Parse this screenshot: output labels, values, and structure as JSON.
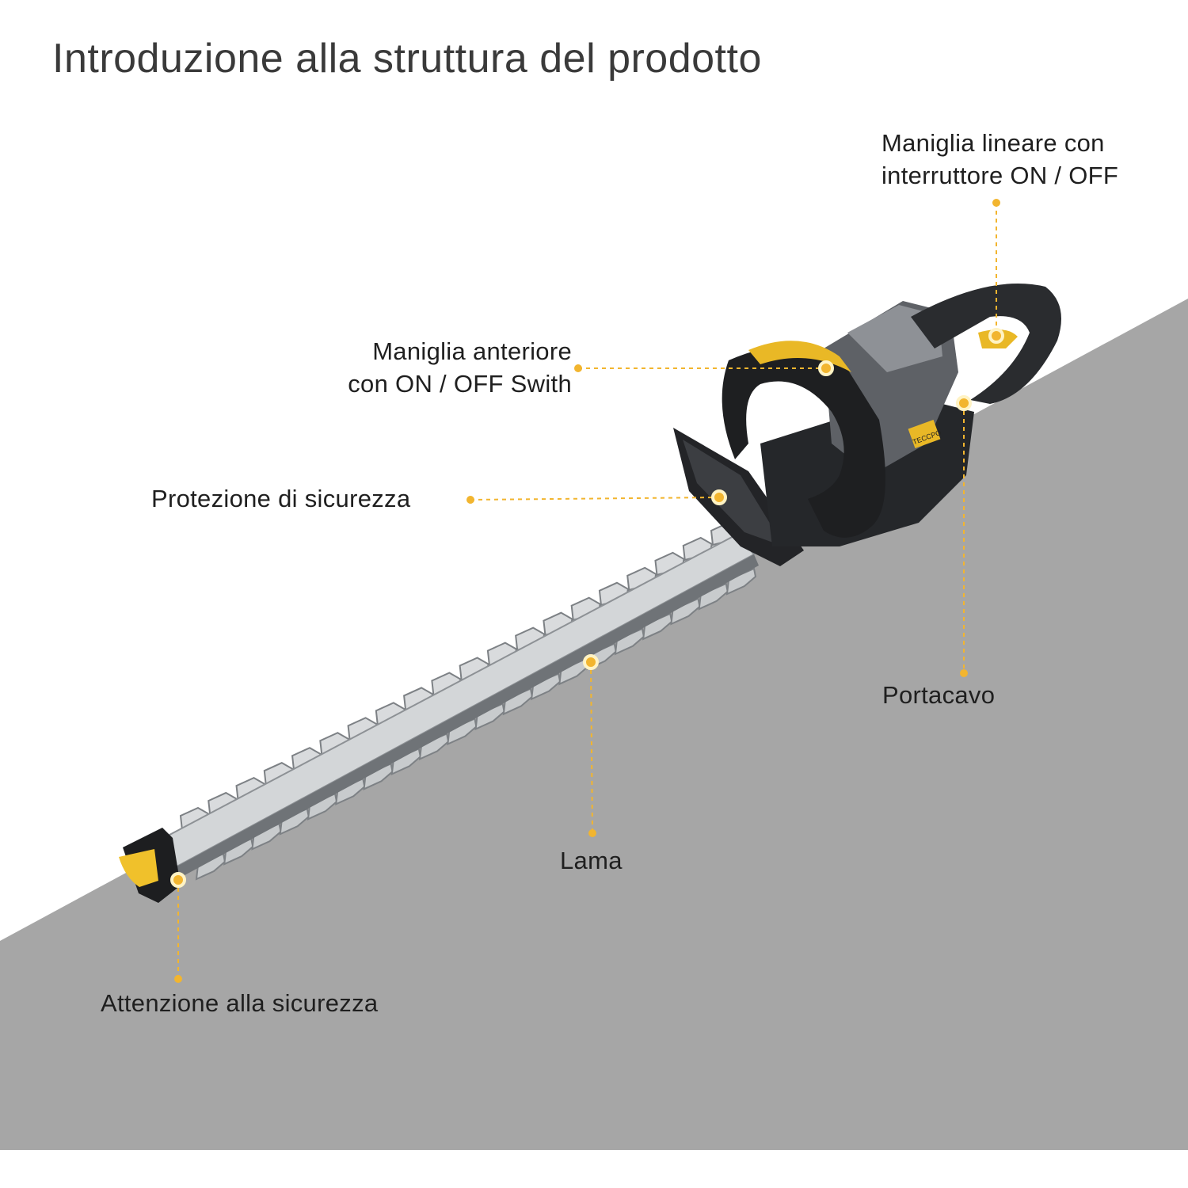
{
  "title": "Introduzione alla struttura del prodotto",
  "callouts": {
    "rear_handle": {
      "line1": "Maniglia lineare con",
      "line2": "interruttore ON / OFF"
    },
    "front_handle": {
      "line1": "Maniglia anteriore",
      "line2": "con ON / OFF Swith"
    },
    "guard": {
      "text": "Protezione di sicurezza"
    },
    "cord_holder": {
      "text": "Portacavo"
    },
    "blade": {
      "text": "Lama"
    },
    "tip_guard": {
      "text": "Attenzione alla sicurezza"
    }
  },
  "brand_badge": "TECCPO",
  "colors": {
    "accent": "#f2b52f",
    "slope": "#a6a6a6",
    "body": "#2b2d30",
    "yellow_trim": "#e9b826",
    "blade": "#cfd2d4"
  }
}
